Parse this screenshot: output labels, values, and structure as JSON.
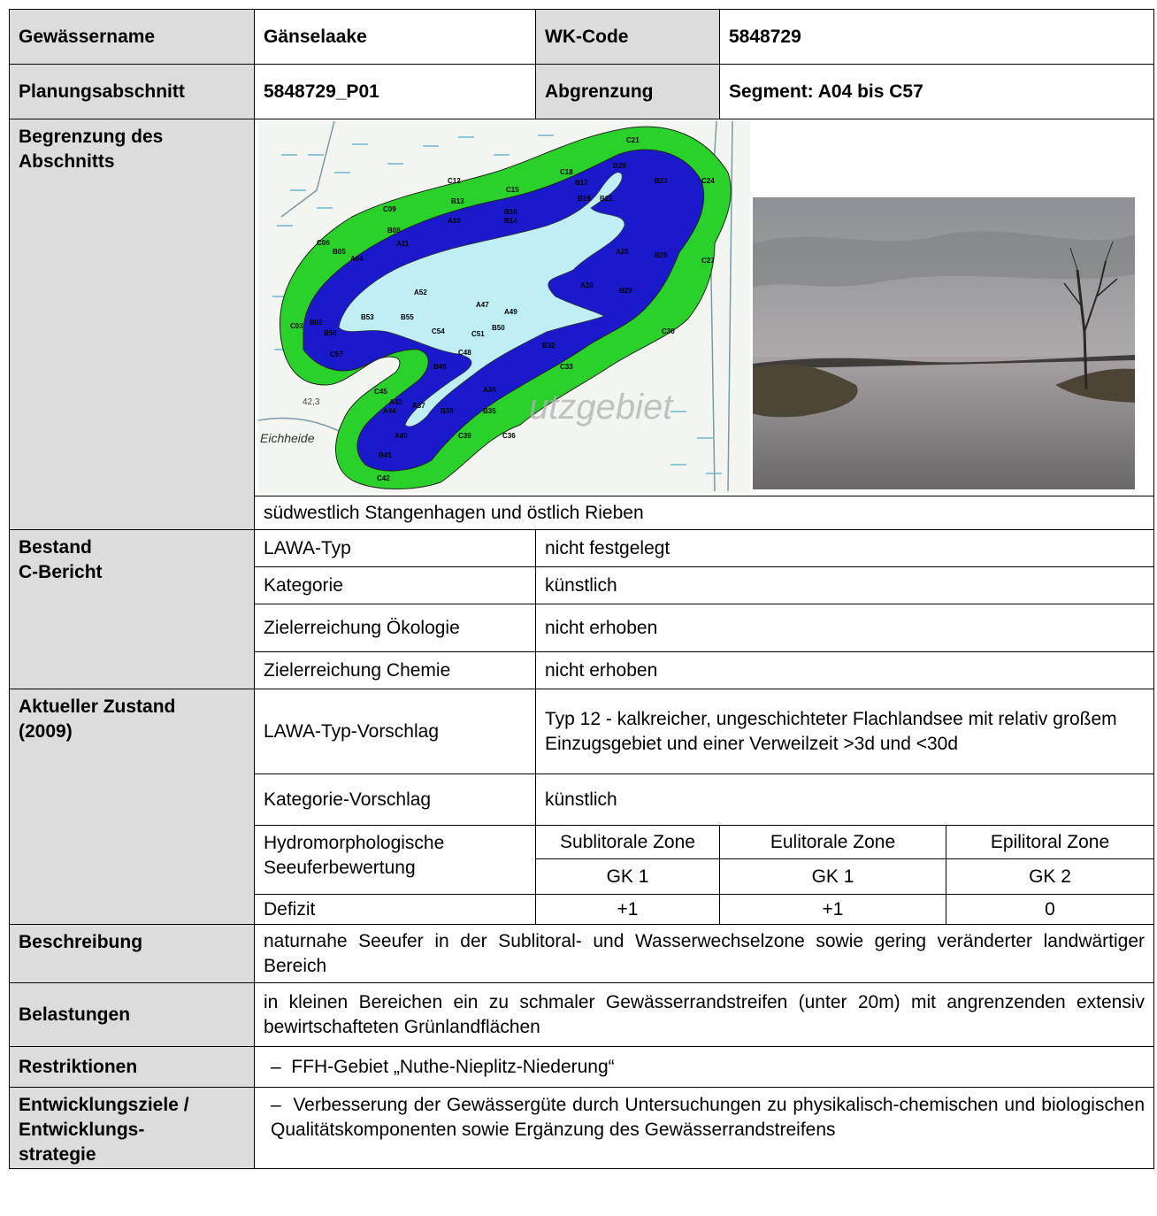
{
  "header": {
    "gewaessername_label": "Gewässername",
    "gewaessername_value": "Gänselaake",
    "wkcode_label": "WK-Code",
    "wkcode_value": "5848729",
    "planungsabschnitt_label": "Planungsabschnitt",
    "planungsabschnitt_value": "5848729_P01",
    "abgrenzung_label": "Abgrenzung",
    "abgrenzung_value": "Segment: A04 bis C57"
  },
  "begrenzung": {
    "label_line1": "Begrenzung des",
    "label_line2": "Abschnitts",
    "location_text": "südwestlich Stangenhagen und östlich Rieben",
    "map": {
      "watermark": "utzgebiet",
      "place": "Eichheide",
      "elevation": "42,3",
      "segments": [
        "C21",
        "B20",
        "B23",
        "C24",
        "C18",
        "B17",
        "C12",
        "C15",
        "B13",
        "B16",
        "B19",
        "B22",
        "C09",
        "A10",
        "B14",
        "A11",
        "B08",
        "C06",
        "B05",
        "A04",
        "A25",
        "B26",
        "C27",
        "A28",
        "B29",
        "A52",
        "A49",
        "B53",
        "B55",
        "C03",
        "B02",
        "B56",
        "C54",
        "C51",
        "B50",
        "C48",
        "C57",
        "B32",
        "C33",
        "C30",
        "A47",
        "A34",
        "B46",
        "B35",
        "C45",
        "A43",
        "A37",
        "B38",
        "A40",
        "A44",
        "C39",
        "B41",
        "C36",
        "C42"
      ],
      "colors": {
        "outer": "#2ad12a",
        "inner": "#1a1acc",
        "water": "#bfeef5",
        "land": "#f2f5f0"
      }
    }
  },
  "bestand": {
    "label_line1": "Bestand",
    "label_line2": "C-Bericht",
    "rows": [
      {
        "key": "LAWA-Typ",
        "value": "nicht festgelegt"
      },
      {
        "key": "Kategorie",
        "value": "künstlich"
      },
      {
        "key": "Zielerreichung Ökologie",
        "value": "nicht erhoben"
      },
      {
        "key": "Zielerreichung Chemie",
        "value": "nicht erhoben"
      }
    ]
  },
  "zustand": {
    "label_line1": "Aktueller Zustand",
    "label_line2": "(2009)",
    "lawa_key": "LAWA-Typ-Vorschlag",
    "lawa_value": "Typ 12 - kalkreicher, ungeschichteter Flachlandsee mit relativ großem Einzugsgebiet und einer Verweilzeit >3d und <30d",
    "kategorie_key": "Kategorie-Vorschlag",
    "kategorie_value": "künstlich",
    "hydro_key_line1": "Hydromorphologische",
    "hydro_key_line2": "Seeuferbewertung",
    "zones": [
      "Sublitorale Zone",
      "Eulitorale Zone",
      "Epilitoral Zone"
    ],
    "gk": [
      "GK 1",
      "GK 1",
      "GK 2"
    ],
    "defizit_key": "Defizit",
    "defizit": [
      "+1",
      "+1",
      "0"
    ]
  },
  "beschreibung": {
    "label": "Beschreibung",
    "text": "naturnahe Seeufer in der Sublitoral- und Wasserwechselzone sowie gering veränderter landwärtiger Bereich"
  },
  "belastungen": {
    "label": "Belastungen",
    "text": "in kleinen Bereichen ein zu schmaler Gewässerrandstreifen (unter 20m) mit angrenzenden extensiv bewirtschafteten Grünlandflächen"
  },
  "restriktionen": {
    "label": "Restriktionen",
    "item": "FFH-Gebiet „Nuthe-Nieplitz-Niederung“"
  },
  "entwicklung": {
    "label_line1": "Entwicklungsziele /",
    "label_line2": "Entwicklungs-",
    "label_line3": "strategie",
    "item": "Verbesserung der Gewässergüte durch Untersuchungen zu physikalisch-chemischen und biologischen Qualitätskomponenten sowie Ergänzung des Gewässerrandstreifens"
  }
}
